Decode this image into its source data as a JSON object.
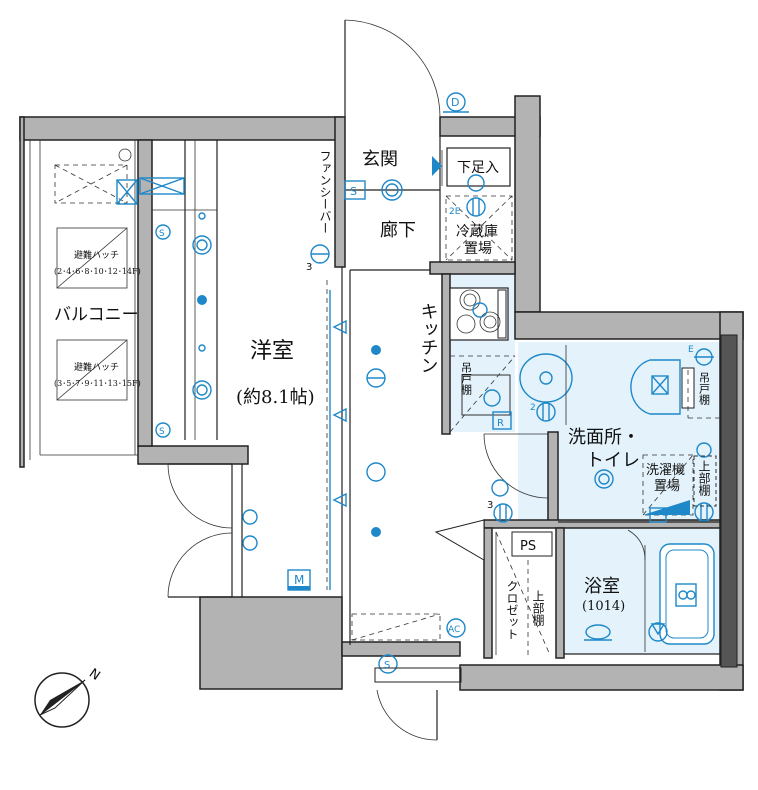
{
  "rooms": {
    "western_room": "洋室",
    "western_room_size": "(約8.1帖)",
    "entrance": "玄関",
    "corridor": "廊下",
    "kitchen": "キッチン",
    "balcony": "バルコニー",
    "washroom": "洗面所・",
    "toilet": "トイレ",
    "bathroom": "浴室",
    "bath_size": "(1014)",
    "closet": "クロゼット"
  },
  "fixtures": {
    "shoe_storage": "下足入",
    "fridge_line1": "冷蔵庫",
    "fridge_line2": "置場",
    "fan_heater": "ファンシーバー",
    "hanging_shelf": "吊戸棚",
    "washer_line1": "洗濯機",
    "washer_line2": "置場",
    "upper_shelf": "上部棚",
    "upper_shelf_closet": "上部棚",
    "pipe_space": "PS",
    "evac_hatch_1_title": "避難ハッチ",
    "evac_hatch_1_floors": "(2･4･6･8･10･12･14F)",
    "evac_hatch_2_title": "避難ハッチ",
    "evac_hatch_2_floors": "(3･5･7･9･11･13･15F)"
  },
  "symbols": {
    "d_mark": "D",
    "s_mark": "S",
    "ac_mark": "AC",
    "m_mark": "M",
    "r_mark": "R",
    "code_2e": "2E",
    "code_3": "3",
    "code_2": "2",
    "code_e": "E"
  },
  "compass": {
    "north": "N"
  },
  "colors": {
    "fixture_blue": "#1e88c9",
    "wall_gray": "#b3b3b3",
    "wet_area": "#e3f2fb"
  }
}
